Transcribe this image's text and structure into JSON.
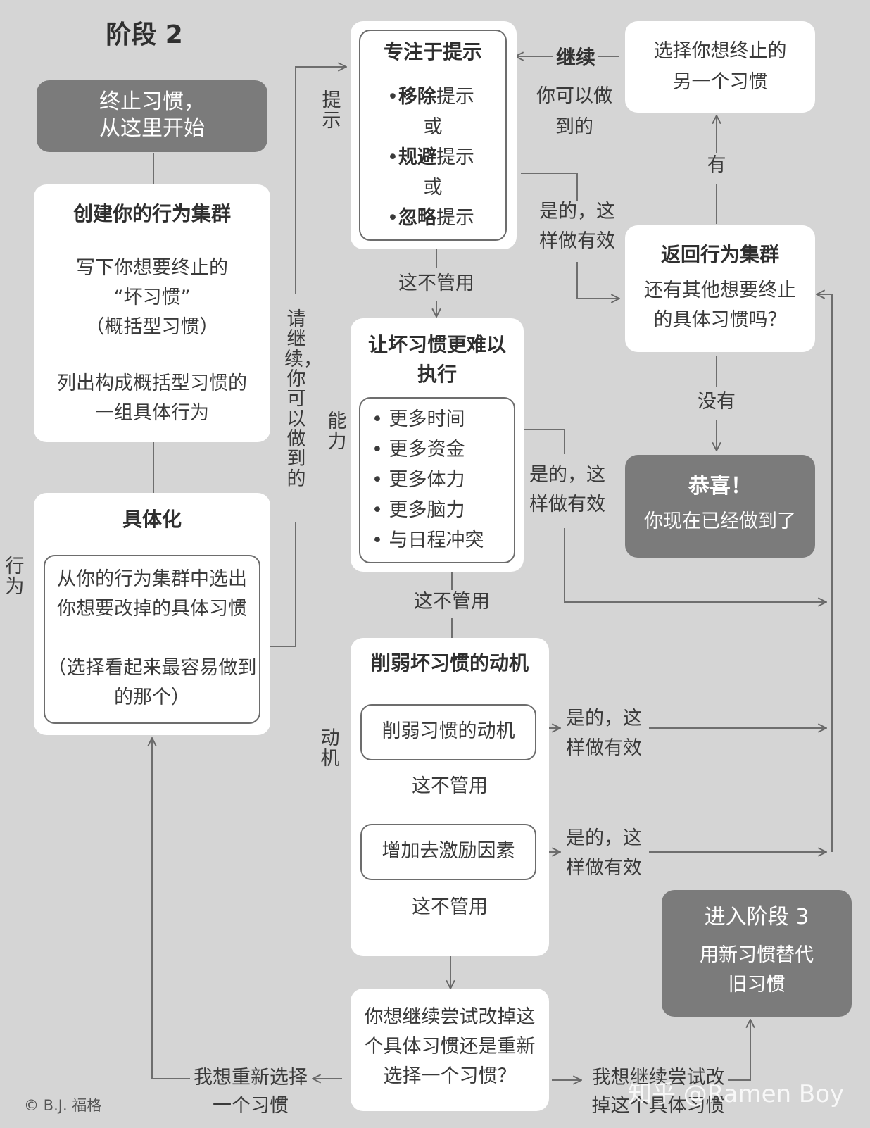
{
  "stage_title": "阶段 2",
  "start": {
    "line1": "终止习惯，",
    "line2": "从这里开始"
  },
  "cluster": {
    "title": "创建你的行为集群",
    "step1_line1": "写下你想要终止的",
    "step1_line2": "“坏习惯”",
    "step1_line3": "（概括型习惯）",
    "step2_line1": "列出构成概括型习惯的",
    "step2_line2": "一组具体行为"
  },
  "specify": {
    "title": "具体化",
    "line1": "从你的行为集群中选出",
    "line2": "你想要改掉的具体习惯",
    "line3": "（选择看起来最容易做到",
    "line4": "的那个）"
  },
  "side_labels": {
    "behavior": "行为",
    "prompt": "提示",
    "ability": "能力",
    "motivation": "动机",
    "continue_vertical": "请继续，你可以做到的"
  },
  "prompt_box": {
    "title": "专注于提示",
    "items": [
      {
        "bullet": "•",
        "bold": "移除",
        "rest": "提示"
      },
      {
        "or": "或"
      },
      {
        "bullet": "•",
        "bold": "规避",
        "rest": "提示"
      },
      {
        "or": "或"
      },
      {
        "bullet": "•",
        "bold": "忽略",
        "rest": "提示"
      }
    ]
  },
  "ability_box": {
    "title_line1": "让坏习惯更难以",
    "title_line2": "执行",
    "items": [
      "• 更多时间",
      "• 更多资金",
      "• 更多体力",
      "• 更多脑力",
      "• 与日程冲突"
    ]
  },
  "motivation_box": {
    "title": "削弱坏习惯的动机",
    "sub1": "削弱习惯的动机",
    "sub2": "增加去激励因素",
    "not_work": "这不管用"
  },
  "question_box": {
    "line1": "你想继续尝试改掉这",
    "line2": "个具体习惯还是重新",
    "line3": "选择一个习惯？"
  },
  "choose_another": {
    "line1": "选择你想终止的",
    "line2": "另一个习惯"
  },
  "return_box": {
    "title": "返回行为集群",
    "line1": "还有其他想要终止",
    "line2": "的具体习惯吗？"
  },
  "congrats": {
    "title": "恭喜！",
    "sub": "你现在已经做到了"
  },
  "stage3": {
    "title": "进入阶段 3",
    "line1": "用新习惯替代",
    "line2": "旧习惯"
  },
  "labels": {
    "continue": "继续",
    "you_can_line1": "你可以做",
    "you_can_line2": "到的",
    "yes_line1": "是的，这",
    "yes_line2": "样做有效",
    "not_work": "这不管用",
    "have": "有",
    "none": "没有",
    "reselect_line1": "我想重新选择",
    "reselect_line2": "一个习惯",
    "keep_line1": "我想继续尝试改",
    "keep_line2": "掉这个具体习惯"
  },
  "copyright": "© B.J. 福格",
  "watermark": "知乎 @Ramen Boy"
}
